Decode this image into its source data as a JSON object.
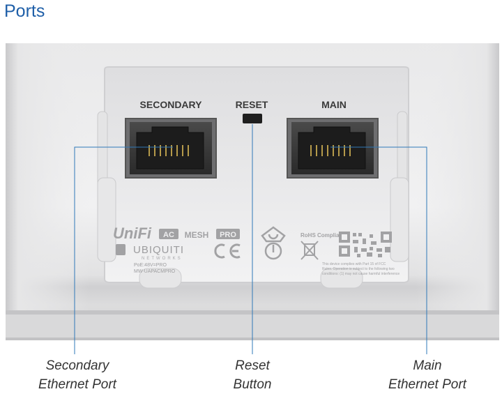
{
  "page": {
    "title": "Ports"
  },
  "ports": {
    "secondary_label": "SECONDARY",
    "reset_label": "RESET",
    "main_label": "MAIN"
  },
  "device": {
    "brand_logo": "UniFi",
    "badges": [
      "AC",
      "MESH",
      "PRO"
    ],
    "maker": "UBIQUITI",
    "maker_sub": "NETWORKS",
    "model_line1": "PoE:48V=PRO",
    "model_line2": "MW-UAPACMPRO",
    "rohs": "RoHS Compliant",
    "fcc_note": [
      "This device complies with Part 15 of FCC",
      "Rules. Operation is subject to the following two",
      "conditions: (1) may not cause harmful interference"
    ]
  },
  "callouts": {
    "secondary": {
      "line1": "Secondary",
      "line2": "Ethernet Port"
    },
    "reset": {
      "line1": "Reset",
      "line2": "Button"
    },
    "main": {
      "line1": "Main",
      "line2": "Ethernet Port"
    }
  },
  "colors": {
    "title": "#1f5fa8",
    "leader": "#2f78b8"
  }
}
